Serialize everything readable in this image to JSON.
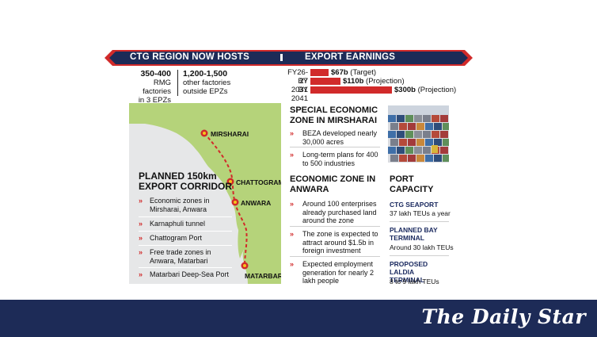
{
  "banner": {
    "left_title": "CTG REGION NOW HOSTS",
    "right_title": "EXPORT EARNINGS"
  },
  "stats": [
    {
      "big": "350-400",
      "line1": "RMG factories",
      "line2": "in 3 EPZs"
    },
    {
      "big": "1,200-1,500",
      "line1": "other factories",
      "line2": "outside EPZs"
    }
  ],
  "export_earnings": [
    {
      "year": "FY26-27",
      "amount": "$67b",
      "note": " (Target)",
      "value": 67
    },
    {
      "year": "BY 2031",
      "amount": "$110b",
      "note": " (Projection)",
      "value": 110
    },
    {
      "year": "BY 2041",
      "amount": "$300b",
      "note": " (Projection)",
      "value": 300
    }
  ],
  "map": {
    "cities": [
      "MIRSHARAI",
      "CHATTOGRAM",
      "ANWARA",
      "MATARBARI"
    ],
    "title_line1": "PLANNED 150km",
    "title_line2": "EXPORT CORRIDOR",
    "items": [
      "Economic zones in Mirsharai, Anwara",
      "Karnaphuli tunnel",
      "Chattogram Port",
      "Free trade zones in Anwara, Matarbari",
      "Matarbari Deep-Sea Port"
    ]
  },
  "sez_mirsharai": {
    "title_line1": "SPECIAL ECONOMIC",
    "title_line2": "ZONE IN MIRSHARAI",
    "items": [
      "BEZA developed nearly 30,000 acres",
      "Long-term plans for 400 to 500 industries"
    ]
  },
  "ez_anwara": {
    "title_line1": "ECONOMIC ZONE IN",
    "title_line2": "ANWARA",
    "items": [
      "Around 100 enterprises already purchased land around the zone",
      "The zone is expected to attract around $1.5b in foreign investment",
      "Expected employment generation for nearly 2 lakh people"
    ]
  },
  "port_capacity": {
    "title_line1": "PORT",
    "title_line2": "CAPACITY",
    "entries": [
      {
        "name": "CTG SEAPORT",
        "value": "37 lakh TEUs a year"
      },
      {
        "name": "PLANNED BAY TERMINAL",
        "value": "Around 30 lakh TEUs"
      },
      {
        "name": "PROPOSED LALDIA TERMINAL",
        "value": "8 to 9 lakh TEUs"
      }
    ]
  },
  "footer": {
    "brand": "The Daily Star"
  },
  "colors": {
    "navy": "#1d2b57",
    "red": "#d12a2a",
    "map_bg": "#e6e7e8",
    "land": "#b5d37a",
    "sea": "#ffffff"
  }
}
